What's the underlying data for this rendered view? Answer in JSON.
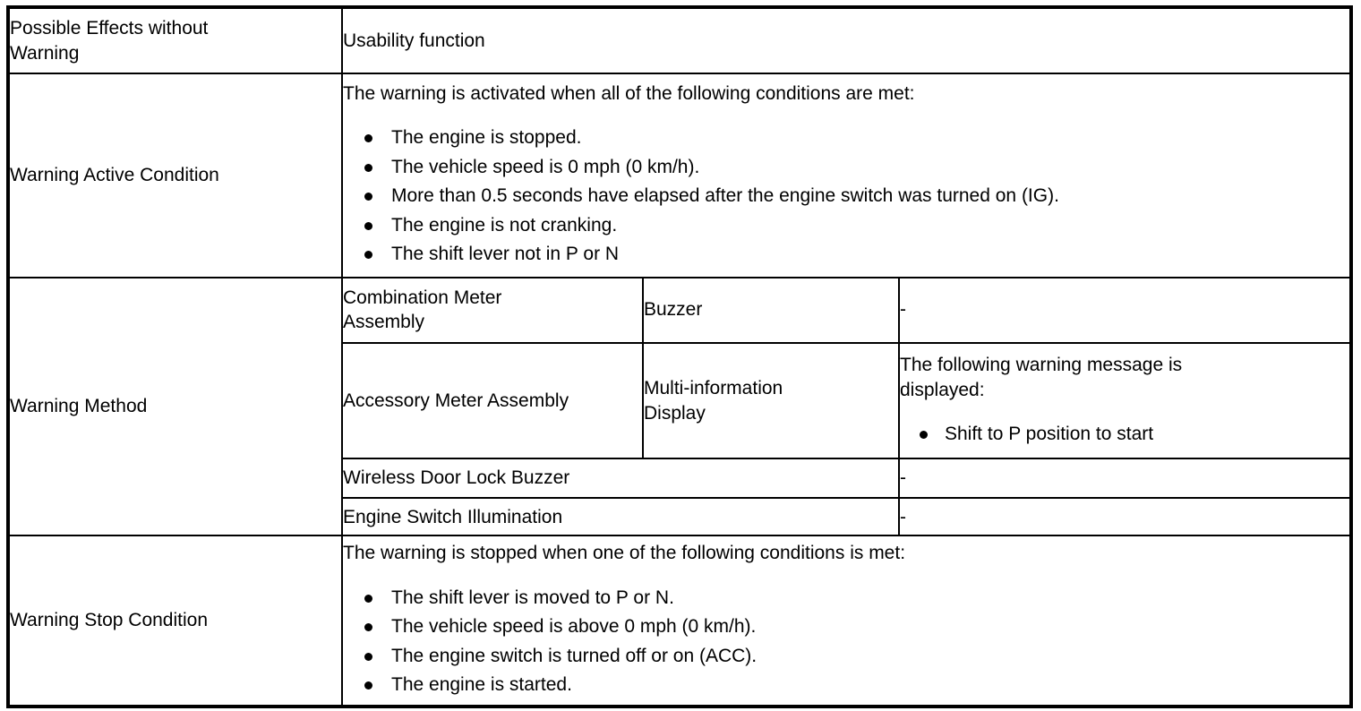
{
  "table": {
    "rows": {
      "possible_effects": {
        "label": "Possible Effects without\nWarning",
        "value": "Usability function"
      },
      "warning_active_condition": {
        "label": "Warning Active Condition",
        "intro": "The warning is activated when all of the following conditions are met:",
        "bullets": [
          "The engine is stopped.",
          "The vehicle speed is 0 mph (0 km/h).",
          "More than 0.5 seconds have elapsed after the engine switch was turned on (IG).",
          "The engine is not cranking.",
          "The shift lever not in P or N"
        ]
      },
      "warning_method": {
        "label": "Warning Method",
        "entries": [
          {
            "component": "Combination Meter\nAssembly",
            "device": "Buzzer",
            "detail": "-"
          },
          {
            "component": "Accessory Meter Assembly",
            "device": "Multi-information\nDisplay",
            "detail_intro": "The following warning message is\ndisplayed:",
            "detail_bullets": [
              "Shift to P position to start"
            ]
          },
          {
            "component": "Wireless Door Lock Buzzer",
            "detail": "-"
          },
          {
            "component": "Engine Switch Illumination",
            "detail": "-"
          }
        ]
      },
      "warning_stop_condition": {
        "label": "Warning Stop Condition",
        "intro": "The warning is stopped when one of the following conditions is met:",
        "bullets": [
          "The shift lever is moved to P or N.",
          "The vehicle speed is above 0 mph (0 km/h).",
          "The engine switch is turned off or on (ACC).",
          "The engine is started."
        ]
      }
    }
  },
  "colors": {
    "border": "#000000",
    "text": "#000000",
    "background": "#ffffff"
  }
}
